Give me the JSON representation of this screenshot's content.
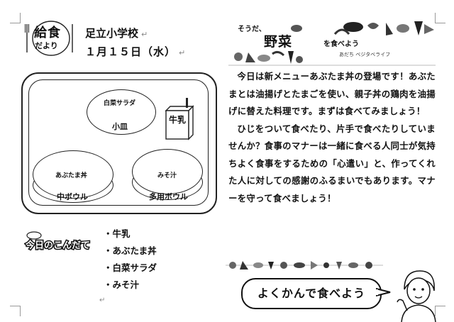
{
  "header": {
    "logo_line1": "給食",
    "logo_line2": "だより",
    "school": "足立小学校",
    "date": "１月１５日（水）"
  },
  "tray": {
    "salad_dish": "白菜サラダ",
    "small_plate": "小皿",
    "milk": "牛乳",
    "rice_bowl": "あぶたま丼",
    "medium_bowl": "中ボウル",
    "soup_bowl": "みそ汁",
    "multi_bowl": "多用ボウル"
  },
  "menu": {
    "title": "今日のこんだて",
    "items": [
      "牛乳",
      "あぶたま丼",
      "白菜サラダ",
      "みそ汁"
    ]
  },
  "banner": {
    "sub": "そうだ、",
    "main": "野菜",
    "small": "を食べよう",
    "tagline": "あだち ベジタベライフ"
  },
  "article": {
    "paragraph1": "今日は新メニューあぶたま丼の登場です！あぶたまとは油揚げとたまごを使い、親子丼の鶏肉を油揚げに替えた料理です。まずは食べてみましょう！",
    "paragraph2": "ひじをついて食べたり、片手で食べたりしていませんか？食事のマナーは一緒に食べる人同士が気持ちよく食事をするための「心遣い」と、作ってくれた人に対しての感謝のふるまいでもあります。マナーを守って食べましょう！"
  },
  "slogan": "よくかんで食べよう",
  "colors": {
    "ink": "#111111",
    "paper": "#ffffff"
  }
}
